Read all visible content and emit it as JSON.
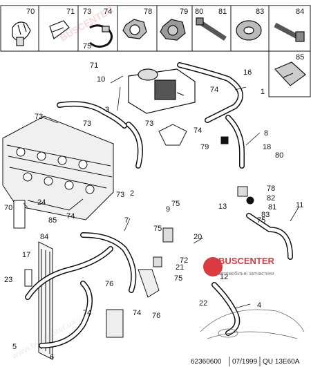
{
  "header_labels": [
    "70",
    "71",
    "73",
    "74",
    "75",
    "78",
    "79",
    "80",
    "81",
    "83",
    "84",
    "85"
  ],
  "callouts": [
    "1",
    "2",
    "3",
    "4",
    "5",
    "6",
    "7",
    "8",
    "9",
    "10",
    "11",
    "12",
    "13",
    "16",
    "17",
    "18",
    "20",
    "21",
    "22",
    "23",
    "24",
    "70",
    "71",
    "72",
    "73",
    "74",
    "75",
    "76",
    "78",
    "79",
    "80",
    "81",
    "82",
    "83",
    "84",
    "85"
  ],
  "watermark": {
    "brand": "BUSCENTER",
    "subtitle": "автомобільні запчастини",
    "url": "www.buscenter.ua"
  },
  "footer": {
    "ref": "62360600",
    "date": "07/1999",
    "code": "QU 13E60A"
  },
  "colors": {
    "line": "#111111",
    "wm_red": "#d8262c",
    "wm_grey": "#a7a9ac"
  }
}
